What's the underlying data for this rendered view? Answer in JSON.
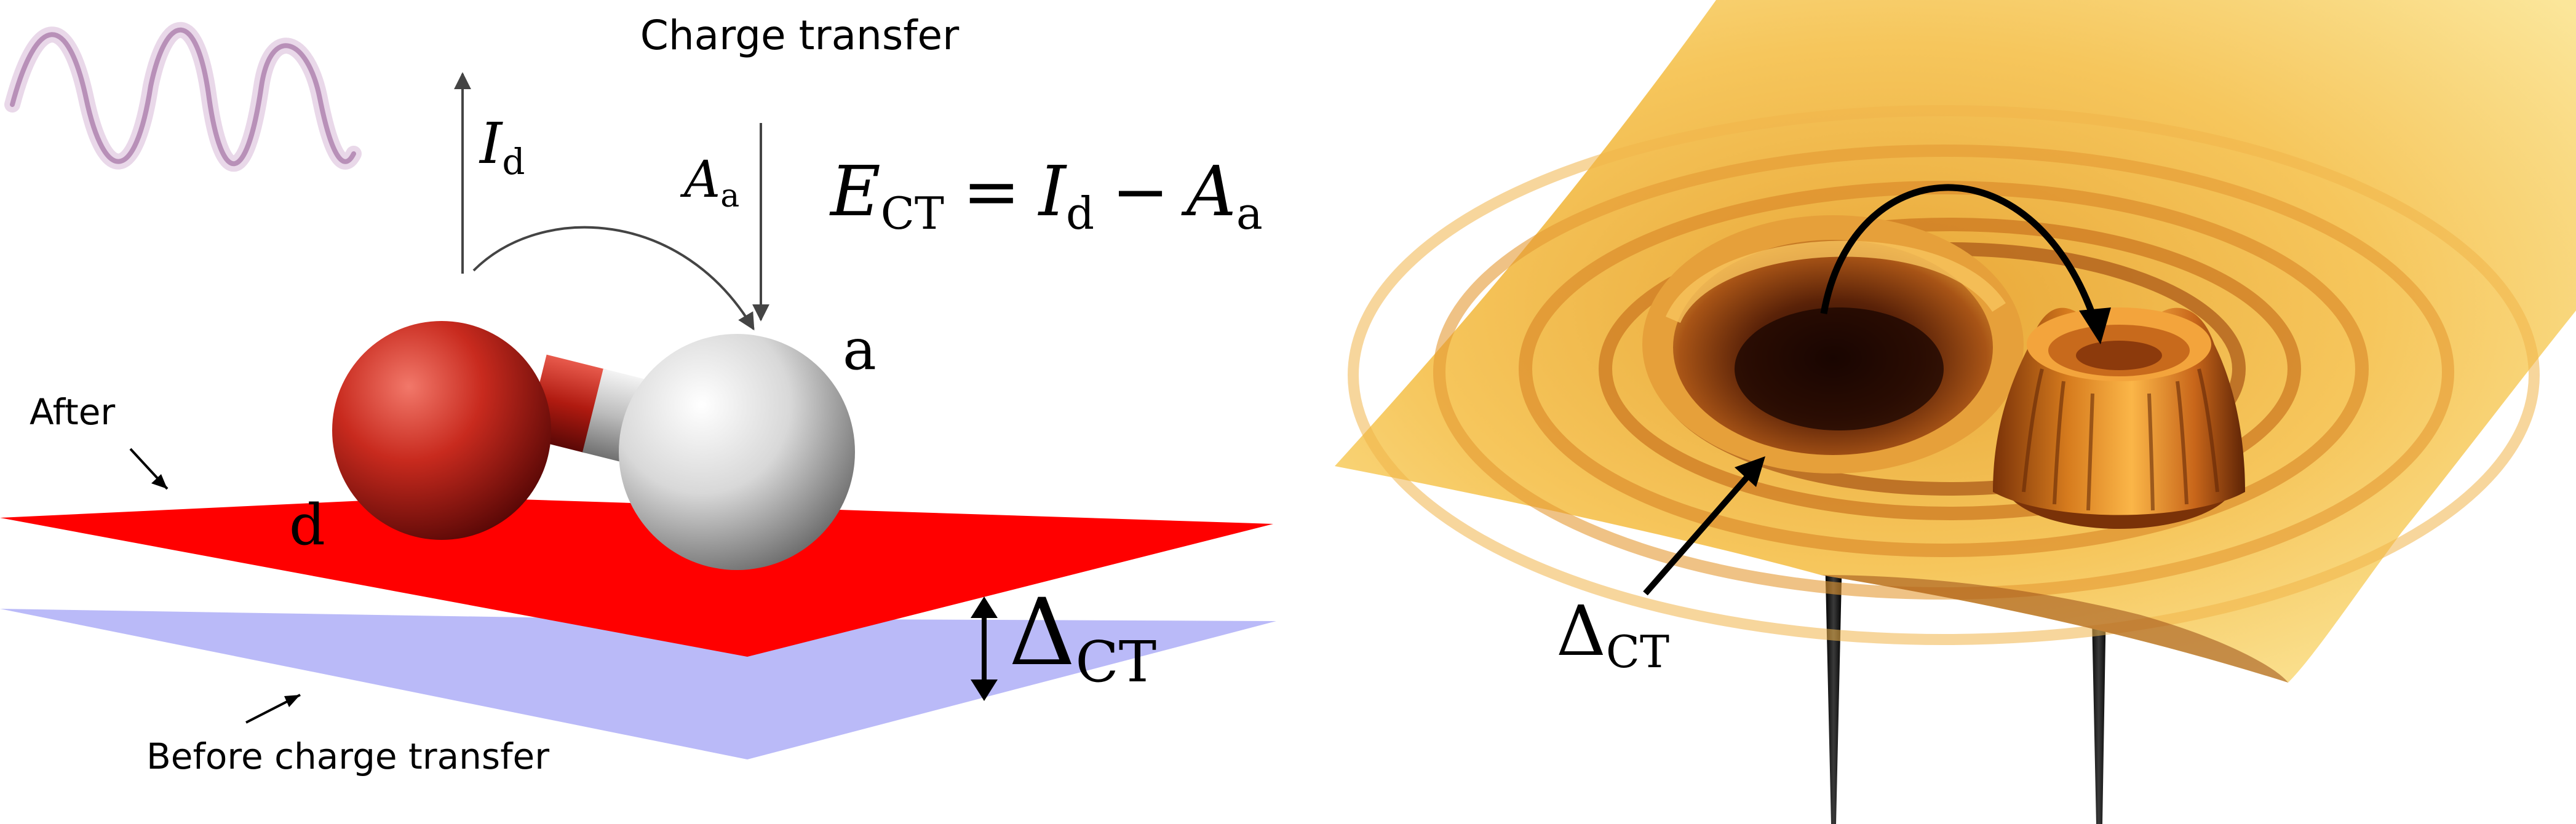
{
  "title": "Charge transfer",
  "left_panel": {
    "after_label": "After",
    "before_label": "Before charge transfer",
    "ionization": {
      "symbol": "I",
      "subscript": "d"
    },
    "affinity": {
      "symbol": "A",
      "subscript": "a"
    },
    "equation": {
      "lhs_symbol": "E",
      "lhs_subscript": "CT",
      "equals": "=",
      "term1_symbol": "I",
      "term1_subscript": "d",
      "minus": "−",
      "term2_symbol": "A",
      "term2_subscript": "a"
    },
    "donor_label": "d",
    "acceptor_label": "a",
    "gap_label": {
      "symbol": "Δ",
      "subscript": "CT"
    }
  },
  "right_panel": {
    "gap_label": {
      "symbol": "Δ",
      "subscript": "CT"
    }
  },
  "colors": {
    "after_plane": "#ff0000",
    "before_plane": "#babaf8",
    "donor_atom": "#c0281c",
    "acceptor_atom": "#d6d6d6",
    "photon_wave": "#c9a3c9",
    "surface_light": "#f7da78",
    "surface_dark": "#3a1404"
  }
}
